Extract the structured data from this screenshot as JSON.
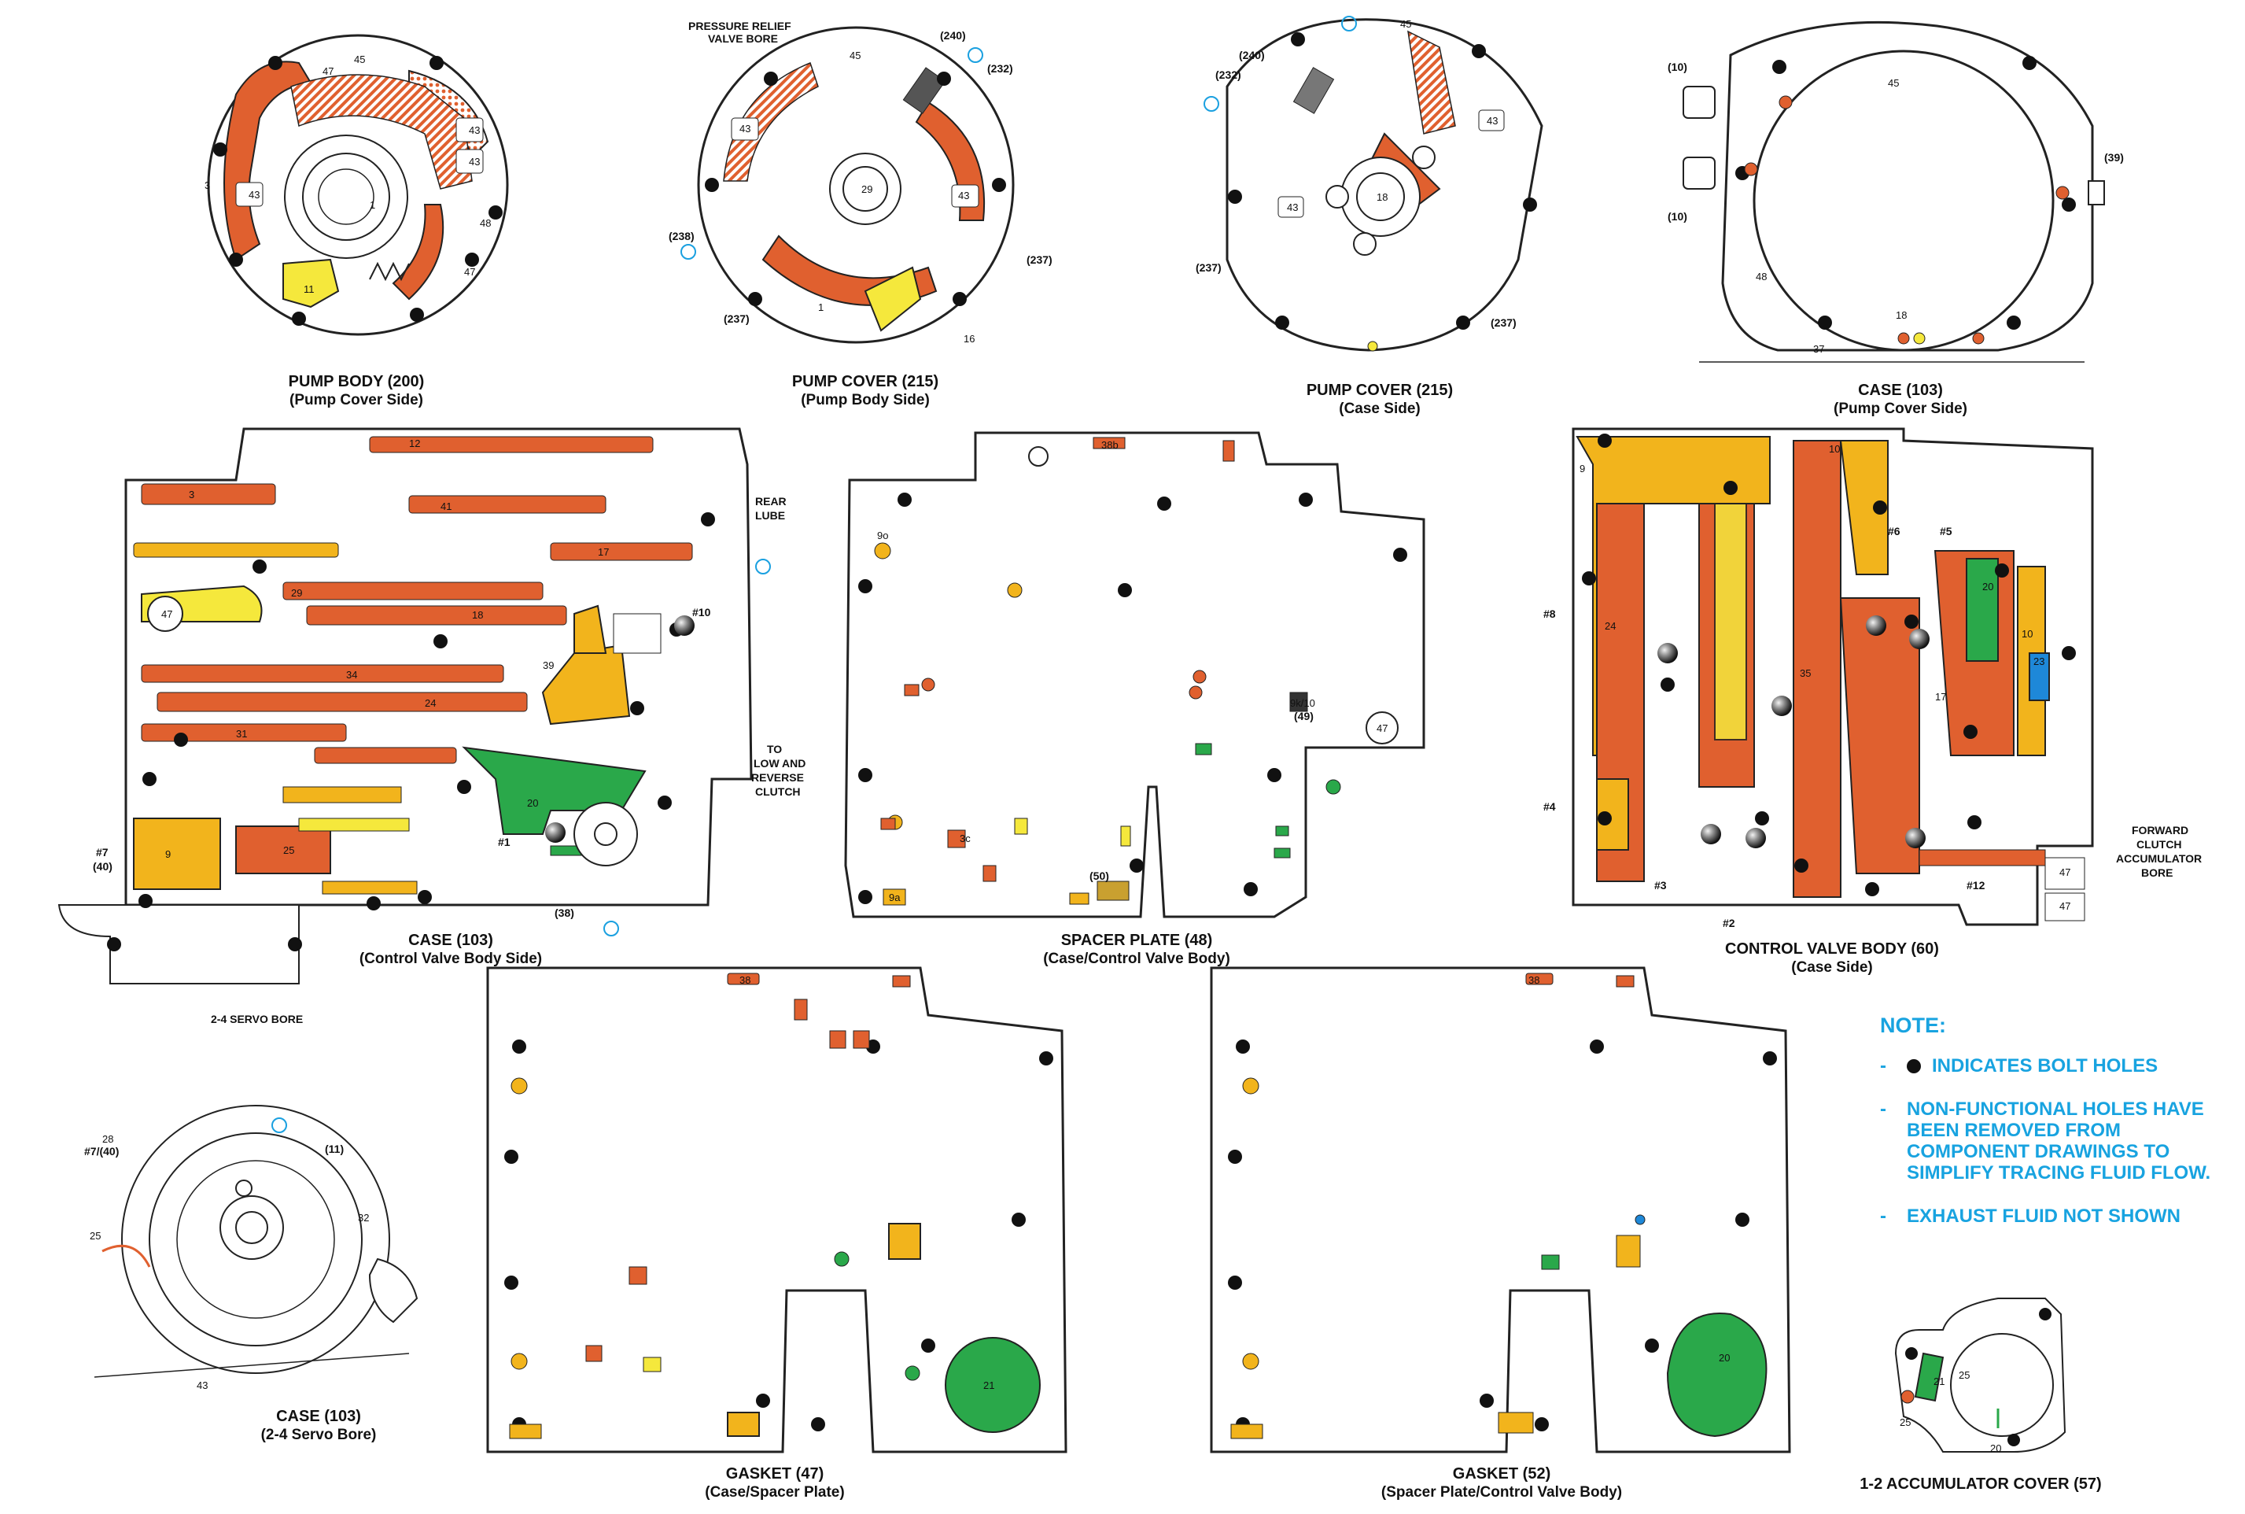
{
  "colors": {
    "main_pressure": "#e0602f",
    "secondary": "#f2b41c",
    "tertiary": "#f5e83c",
    "forward_accumulator": "#2aa84a",
    "callout": "#1aa0e0",
    "bolt_hole": "#111111",
    "outline": "#222222"
  },
  "drawings": {
    "pump_body": {
      "title": "PUMP BODY (200)",
      "subtitle": "(Pump Cover Side)"
    },
    "pump_cover_body": {
      "title": "PUMP COVER (215)",
      "subtitle": "(Pump Body Side)"
    },
    "pump_cover_case": {
      "title": "PUMP COVER (215)",
      "subtitle": "(Case Side)"
    },
    "case_pump": {
      "title": "CASE (103)",
      "subtitle": "(Pump Cover Side)"
    },
    "case_valve": {
      "title": "CASE (103)",
      "subtitle": "(Control Valve Body Side)"
    },
    "spacer_plate": {
      "title": "SPACER PLATE (48)",
      "subtitle": "(Case/Control Valve Body)"
    },
    "control_valve": {
      "title": "CONTROL VALVE BODY (60)",
      "subtitle": "(Case Side)"
    },
    "case_servo": {
      "title": "CASE (103)",
      "subtitle": "(2-4 Servo Bore)"
    },
    "gasket47": {
      "title": "GASKET (47)",
      "subtitle": "(Case/Spacer Plate)"
    },
    "gasket52": {
      "title": "GASKET (52)",
      "subtitle": "(Spacer Plate/Control Valve Body)"
    },
    "accum_cover": {
      "title": "1-2 ACCUMULATOR COVER (57)",
      "subtitle": ""
    }
  },
  "labels": {
    "pressure_relief": "PRESSURE RELIEF",
    "valve_bore": "VALVE BORE",
    "rear": "REAR",
    "lube": "LUBE",
    "to": "TO",
    "low_and": "LOW AND",
    "reverse": "REVERSE",
    "clutch": "CLUTCH",
    "servo_bore": "2-4 SERVO BORE",
    "forward": "FORWARD",
    "clutch2": "CLUTCH",
    "accumulator": "ACCUMULATOR",
    "bore": "BORE",
    "ball_10": "#10",
    "ball_1": "#1",
    "ball_7": "#7",
    "ball_7_sub": "(40)",
    "ball_8": "#8",
    "ball_6": "#6",
    "ball_5": "#5",
    "ball_4": "#4",
    "ball_3": "#3",
    "ball_2": "#2",
    "ball_12": "#12",
    "servo_7_40": "#7/(40)",
    "servo_11": "(11)",
    "p240": "(240)",
    "p232": "(232)",
    "p238": "(238)",
    "p237": "(237)",
    "p10": "(10)",
    "p39": "(39)",
    "p38": "(38)",
    "p49": "(49)",
    "p50": "(50)"
  },
  "note": {
    "title": "NOTE:",
    "items": [
      {
        "dash": "-",
        "text": "INDICATES BOLT HOLES"
      },
      {
        "dash": "-",
        "text": "NON-FUNCTIONAL HOLES HAVE BEEN REMOVED FROM COMPONENT DRAWINGS TO SIMPLIFY TRACING FLUID FLOW."
      },
      {
        "dash": "-",
        "text": "EXHAUST FLUID NOT SHOWN"
      }
    ]
  }
}
